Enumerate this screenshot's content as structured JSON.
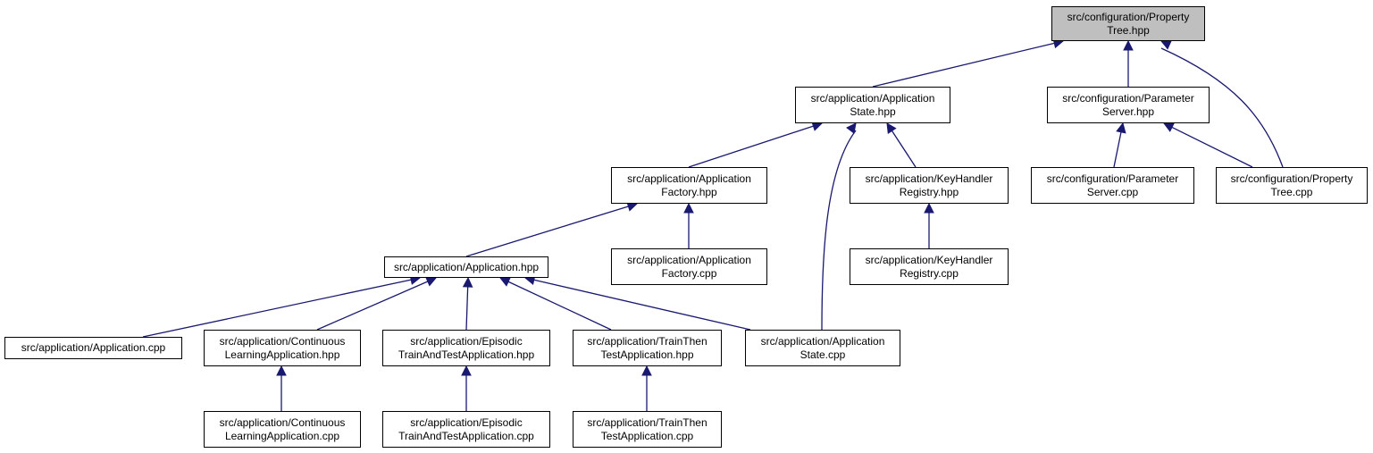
{
  "colors": {
    "edge": "#191970",
    "root_fill": "#bfbfbf",
    "node_fill": "#ffffff",
    "border": "#000000"
  },
  "nodes": {
    "property_tree_hpp": {
      "l1": "src/configuration/Property",
      "l2": "Tree.hpp"
    },
    "application_state_hpp": {
      "l1": "src/application/Application",
      "l2": "State.hpp"
    },
    "parameter_server_hpp": {
      "l1": "src/configuration/Parameter",
      "l2": "Server.hpp"
    },
    "application_factory_hpp": {
      "l1": "src/application/Application",
      "l2": "Factory.hpp"
    },
    "key_handler_registry_hpp": {
      "l1": "src/application/KeyHandler",
      "l2": "Registry.hpp"
    },
    "parameter_server_cpp": {
      "l1": "src/configuration/Parameter",
      "l2": "Server.cpp"
    },
    "property_tree_cpp": {
      "l1": "src/configuration/Property",
      "l2": "Tree.cpp"
    },
    "application_hpp": {
      "l1": "src/application/Application.hpp"
    },
    "application_factory_cpp": {
      "l1": "src/application/Application",
      "l2": "Factory.cpp"
    },
    "key_handler_registry_cpp": {
      "l1": "src/application/KeyHandler",
      "l2": "Registry.cpp"
    },
    "application_cpp": {
      "l1": "src/application/Application.cpp"
    },
    "continuous_hpp": {
      "l1": "src/application/Continuous",
      "l2": "LearningApplication.hpp"
    },
    "episodic_hpp": {
      "l1": "src/application/Episodic",
      "l2": "TrainAndTestApplication.hpp"
    },
    "trainthen_hpp": {
      "l1": "src/application/TrainThen",
      "l2": "TestApplication.hpp"
    },
    "application_state_cpp": {
      "l1": "src/application/Application",
      "l2": "State.cpp"
    },
    "continuous_cpp": {
      "l1": "src/application/Continuous",
      "l2": "LearningApplication.cpp"
    },
    "episodic_cpp": {
      "l1": "src/application/Episodic",
      "l2": "TrainAndTestApplication.cpp"
    },
    "trainthen_cpp": {
      "l1": "src/application/TrainThen",
      "l2": "TestApplication.cpp"
    }
  },
  "edges": [
    [
      "application_state_hpp",
      "property_tree_hpp"
    ],
    [
      "parameter_server_hpp",
      "property_tree_hpp"
    ],
    [
      "property_tree_cpp",
      "property_tree_hpp"
    ],
    [
      "application_factory_hpp",
      "application_state_hpp"
    ],
    [
      "key_handler_registry_hpp",
      "application_state_hpp"
    ],
    [
      "application_state_cpp",
      "application_state_hpp"
    ],
    [
      "parameter_server_cpp",
      "parameter_server_hpp"
    ],
    [
      "property_tree_cpp",
      "parameter_server_hpp"
    ],
    [
      "application_hpp",
      "application_factory_hpp"
    ],
    [
      "application_factory_cpp",
      "application_factory_hpp"
    ],
    [
      "key_handler_registry_cpp",
      "key_handler_registry_hpp"
    ],
    [
      "application_cpp",
      "application_hpp"
    ],
    [
      "continuous_hpp",
      "application_hpp"
    ],
    [
      "episodic_hpp",
      "application_hpp"
    ],
    [
      "trainthen_hpp",
      "application_hpp"
    ],
    [
      "application_state_cpp",
      "application_hpp"
    ],
    [
      "continuous_cpp",
      "continuous_hpp"
    ],
    [
      "episodic_cpp",
      "episodic_hpp"
    ],
    [
      "trainthen_cpp",
      "trainthen_hpp"
    ]
  ]
}
